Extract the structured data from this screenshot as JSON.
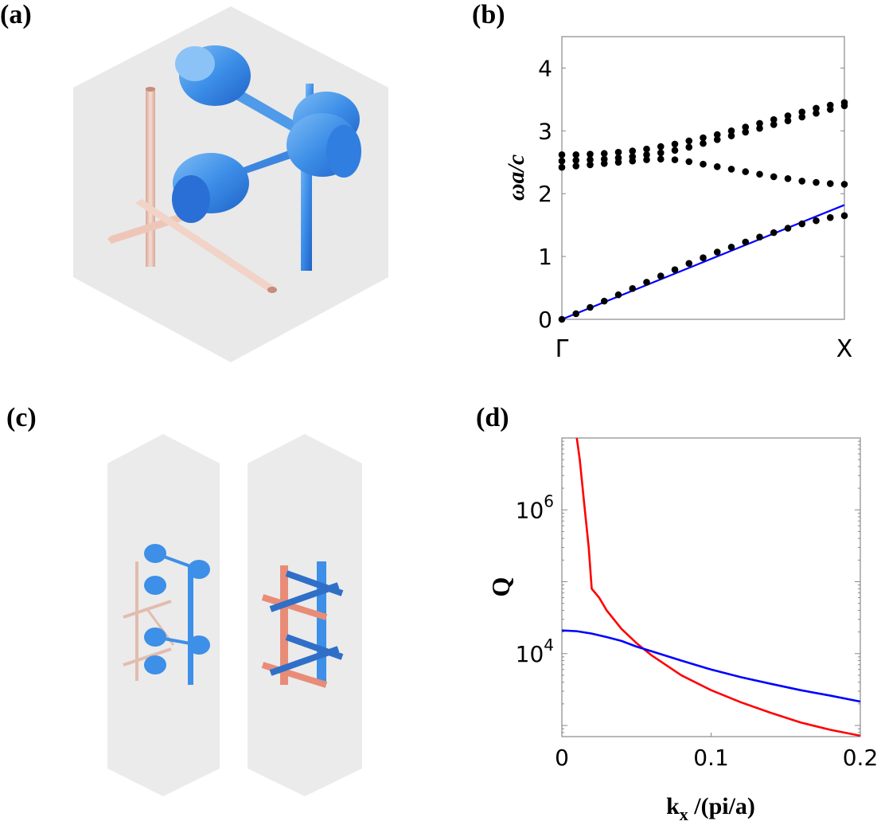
{
  "panels": {
    "a": "(a)",
    "b": "(b)",
    "c": "(c)",
    "d": "(d)"
  },
  "colors": {
    "blue_structure": "#3d8fe8",
    "pink_structure": "#e8b8a8",
    "red_structure": "#e88c78",
    "box_gray": "#e9e9e9",
    "dot": "#000000",
    "line_blue": "#0000ff",
    "line_red": "#ff0000"
  },
  "chart_data": [
    {
      "panel": "b",
      "type": "scatter",
      "ylabel": "ωa/c",
      "xticklabels": [
        "Γ",
        "X"
      ],
      "ylim": [
        0,
        4.5
      ],
      "yticks": [
        0,
        1,
        2,
        3,
        4
      ],
      "xlim": [
        0,
        1
      ],
      "series": [
        {
          "x": [
            0,
            0.05,
            0.1,
            0.15,
            0.2,
            0.25,
            0.3,
            0.35,
            0.4,
            0.45,
            0.5,
            0.55,
            0.6,
            0.65,
            0.7,
            0.75,
            0.8,
            0.85,
            0.9,
            0.95,
            1.0
          ],
          "values": [
            0,
            0.09,
            0.19,
            0.29,
            0.39,
            0.49,
            0.59,
            0.69,
            0.79,
            0.89,
            0.98,
            1.07,
            1.15,
            1.23,
            1.31,
            1.38,
            1.45,
            1.52,
            1.57,
            1.62,
            1.65
          ]
        },
        {
          "x": [
            0,
            0.05,
            0.1,
            0.15,
            0.2,
            0.25,
            0.3,
            0.35,
            0.4,
            0.45,
            0.5,
            0.55,
            0.6,
            0.65,
            0.7,
            0.75,
            0.8,
            0.85,
            0.9,
            0.95,
            1.0
          ],
          "values": [
            2.42,
            2.44,
            2.46,
            2.48,
            2.5,
            2.52,
            2.54,
            2.55,
            2.54,
            2.51,
            2.47,
            2.43,
            2.39,
            2.35,
            2.31,
            2.27,
            2.24,
            2.2,
            2.18,
            2.16,
            2.15
          ]
        },
        {
          "x": [
            0,
            0.05,
            0.1,
            0.15,
            0.2,
            0.25,
            0.3,
            0.35,
            0.4,
            0.45,
            0.5,
            0.55,
            0.6,
            0.65,
            0.7,
            0.75,
            0.8,
            0.85,
            0.9,
            0.95,
            1.0
          ],
          "values": [
            2.52,
            2.53,
            2.54,
            2.55,
            2.57,
            2.59,
            2.62,
            2.65,
            2.69,
            2.74,
            2.8,
            2.86,
            2.92,
            2.98,
            3.04,
            3.1,
            3.16,
            3.22,
            3.28,
            3.34,
            3.4
          ]
        },
        {
          "x": [
            0,
            0.05,
            0.1,
            0.15,
            0.2,
            0.25,
            0.3,
            0.35,
            0.4,
            0.45,
            0.5,
            0.55,
            0.6,
            0.65,
            0.7,
            0.75,
            0.8,
            0.85,
            0.9,
            0.95,
            1.0
          ],
          "values": [
            2.62,
            2.62,
            2.63,
            2.64,
            2.66,
            2.68,
            2.71,
            2.75,
            2.79,
            2.84,
            2.89,
            2.94,
            3.0,
            3.06,
            3.12,
            3.18,
            3.24,
            3.3,
            3.36,
            3.41,
            3.45
          ]
        }
      ],
      "line": {
        "x": [
          0,
          1
        ],
        "values": [
          0,
          1.82
        ],
        "color": "#0000ff"
      }
    },
    {
      "panel": "d",
      "type": "line",
      "xlabel": "k",
      "xlabel_sub": "x",
      "xlabel_rest": " /(pi/a)",
      "ylabel": "Q",
      "log_y": true,
      "xlim": [
        0,
        0.2
      ],
      "ylim": [
        700,
        10000000
      ],
      "xticks": [
        0,
        0.1,
        0.2
      ],
      "xticklabels": [
        "0",
        "0.1",
        "0.2"
      ],
      "yticks": [
        10000,
        1000000
      ],
      "yticklabels": [
        {
          "base": "10",
          "exp": "4"
        },
        {
          "base": "10",
          "exp": "6"
        }
      ],
      "series": [
        {
          "color": "#ff0000",
          "x": [
            0.01,
            0.012,
            0.015,
            0.018,
            0.02,
            0.025,
            0.03,
            0.04,
            0.05,
            0.06,
            0.08,
            0.1,
            0.12,
            0.14,
            0.16,
            0.18,
            0.2
          ],
          "values": [
            10000000,
            5000000,
            1200000,
            300000,
            80000,
            60000,
            40000,
            22000,
            14000,
            9500,
            5000,
            3100,
            2100,
            1500,
            1100,
            870,
            720
          ]
        },
        {
          "color": "#0000ff",
          "x": [
            0,
            0.01,
            0.02,
            0.03,
            0.04,
            0.05,
            0.06,
            0.08,
            0.1,
            0.12,
            0.14,
            0.16,
            0.18,
            0.2
          ],
          "values": [
            21000,
            20500,
            19000,
            17000,
            15000,
            12500,
            10800,
            8000,
            6000,
            4700,
            3800,
            3100,
            2600,
            2150
          ]
        }
      ]
    }
  ]
}
